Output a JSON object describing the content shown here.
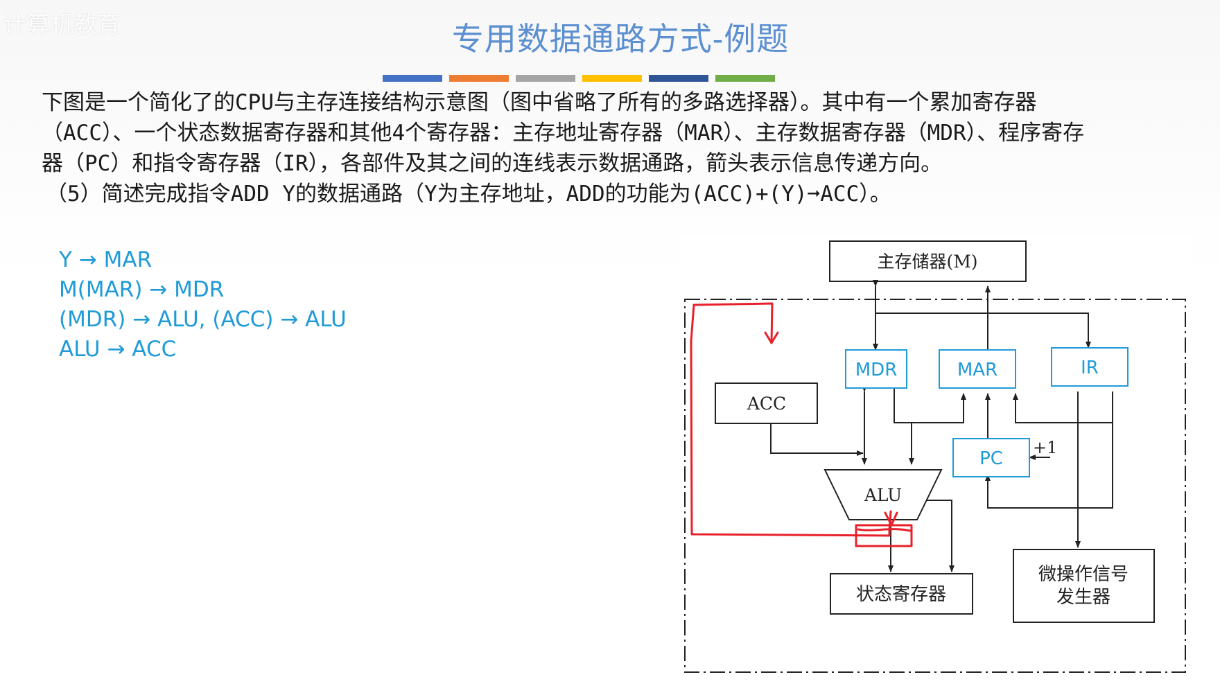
{
  "watermark": "计算机教育",
  "title": "专用数据通路方式-例题",
  "color_bar": [
    "#4472c4",
    "#ed7d31",
    "#a5a5a5",
    "#ffc000",
    "#2f5597",
    "#70ad47"
  ],
  "problem": {
    "paragraph": "下图是一个简化了的CPU与主存连接结构示意图（图中省略了所有的多路选择器）。其中有一个累加寄存器（ACC）、一个状态数据寄存器和其他4个寄存器：主存地址寄存器（MAR）、主存数据寄存器（MDR）、程序寄存器（PC）和指令寄存器（IR），各部件及其之间的连线表示数据通路，箭头表示信息传递方向。",
    "question": "（5）简述完成指令ADD Y的数据通路（Y为主存地址，ADD的功能为(ACC)+(Y)➞ACC）。"
  },
  "answer_steps": [
    "Y → MAR",
    "M(MAR) → MDR",
    "(MDR) → ALU, (ACC) → ALU",
    "ALU → ACC"
  ],
  "diagram": {
    "memory": "主存储器(M)",
    "mdr": "MDR",
    "mar": "MAR",
    "ir": "IR",
    "acc": "ACC",
    "pc": "PC",
    "plus_one": "+1",
    "alu": "ALU",
    "status_register": "状态寄存器",
    "micro_op_line1": "微操作信号",
    "micro_op_line2": "发生器",
    "register_color": "#1e9bd7",
    "annotation_color": "#e8202a"
  }
}
